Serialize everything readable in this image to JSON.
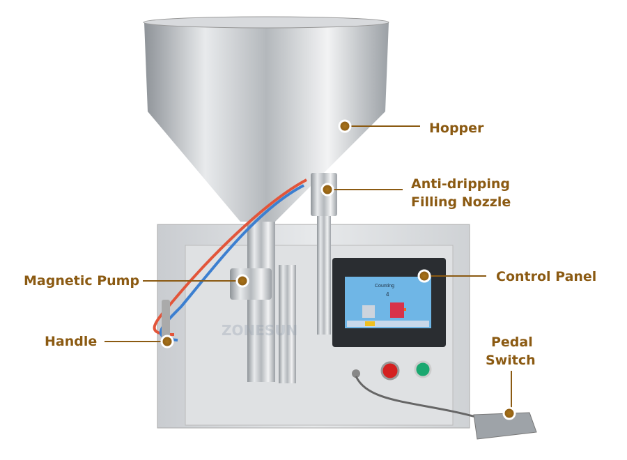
{
  "labels": {
    "hopper": "Hopper",
    "nozzle_line1": "Anti-dripping",
    "nozzle_line2": "Filling Nozzle",
    "control_panel": "Control Panel",
    "magnetic_pump": "Magnetic Pump",
    "handle": "Handle",
    "pedal_line1": "Pedal",
    "pedal_line2": "Switch"
  },
  "screen": {
    "counting_label": "Counting",
    "counting_value": "4"
  },
  "watermark": "ZONESUN",
  "colors": {
    "label": "#8b5a12",
    "marker": "#a8731a",
    "stop_button": "#d42020",
    "start_button": "#1aa870"
  }
}
